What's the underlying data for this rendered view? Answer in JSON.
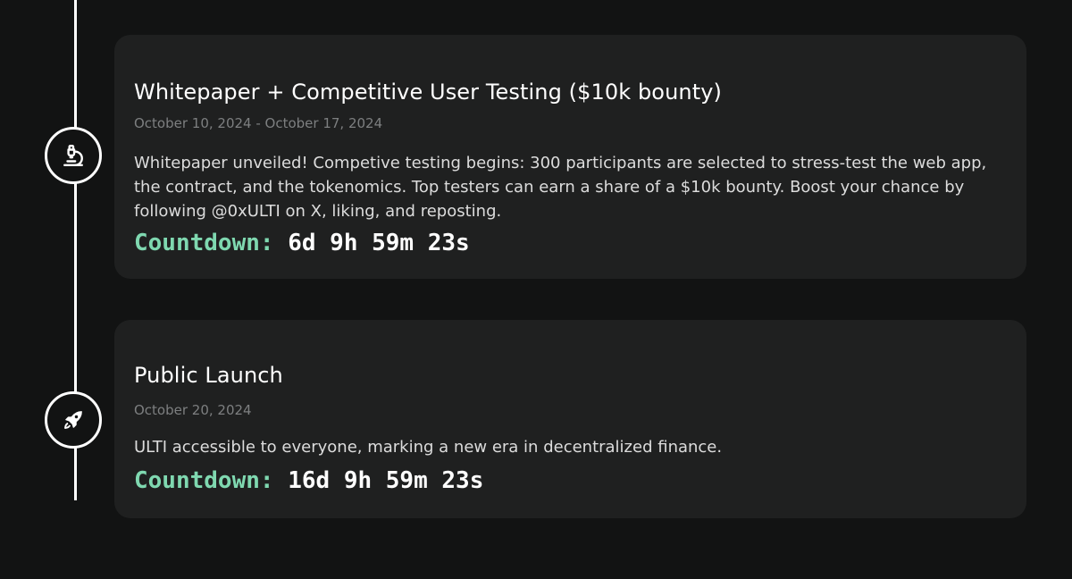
{
  "milestones": [
    {
      "icon": "microscope-icon",
      "title": "Whitepaper + Competitive User Testing ($10k bounty)",
      "date": "October 10, 2024 - October 17, 2024",
      "description": "Whitepaper unveiled! Competive testing begins: 300 participants are selected to stress-test the web app, the contract, and the tokenomics. Top testers can earn a share of a $10k bounty. Boost your chance by following @0xULTI on X, liking, and reposting.",
      "countdown_label": "Countdown:",
      "countdown_value": "6d 9h 59m 23s"
    },
    {
      "icon": "rocket-icon",
      "title": "Public Launch",
      "date": "October 20, 2024",
      "description": "ULTI accessible to everyone, marking a new era in decentralized finance.",
      "countdown_label": "Countdown:",
      "countdown_value": "16d 9h 59m 23s"
    }
  ],
  "colors": {
    "background": "#121313",
    "card": "#1f2020",
    "accent": "#7fd8b0",
    "muted": "#7d7f80"
  }
}
